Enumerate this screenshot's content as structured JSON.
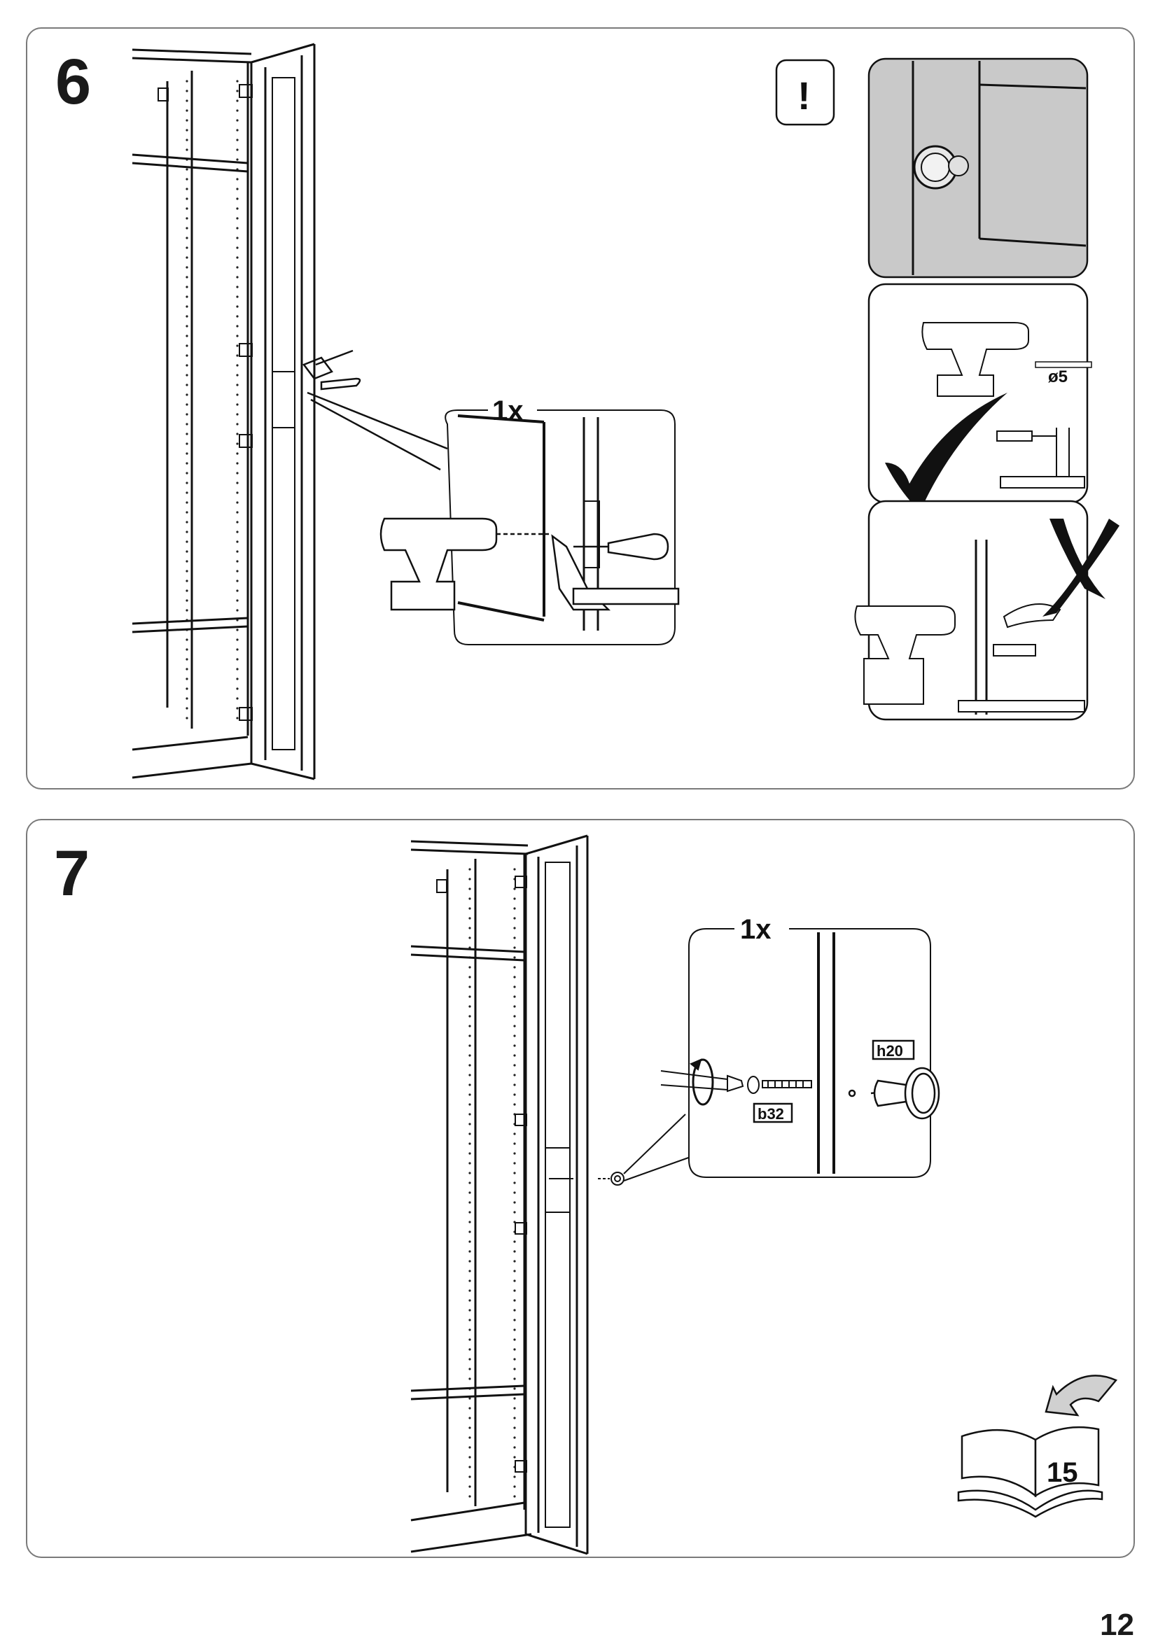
{
  "page_number": "12",
  "step6": {
    "number": "6",
    "quantity_callout": "1x",
    "caution_symbol": "!",
    "drill_bit_size": "ø5"
  },
  "step7": {
    "number": "7",
    "quantity_callout": "1x",
    "screw_part": "b32",
    "knob_part": "h20",
    "continue_page": "15"
  }
}
